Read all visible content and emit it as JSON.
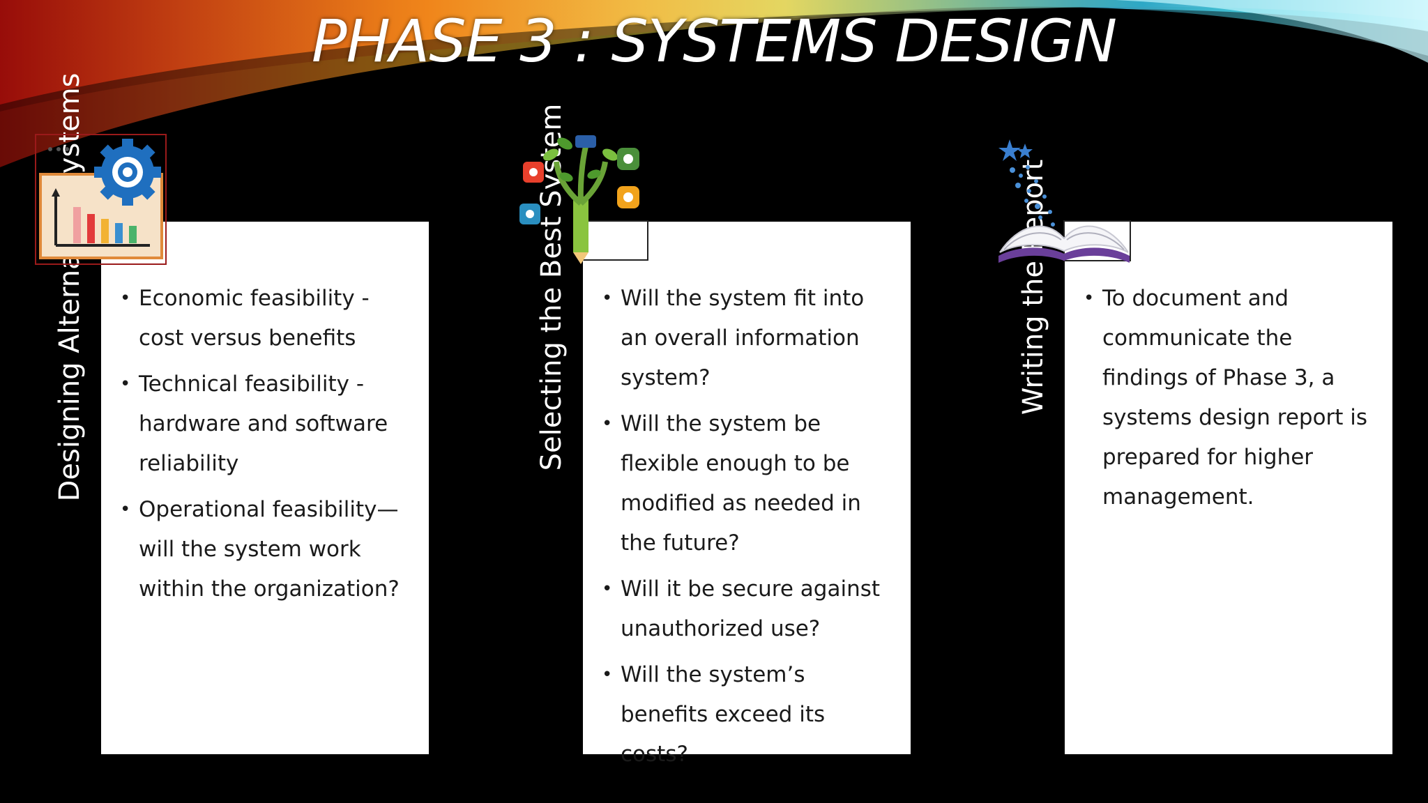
{
  "slide_title": "PHASE 3 : SYSTEMS DESIGN",
  "colors": {
    "background": "#000000",
    "card": "#FFFFFF",
    "text_on_dark": "#FFFFFF",
    "text_on_card": "#1A1A1A"
  },
  "columns": [
    {
      "title": "Designing Alternative Systems",
      "icon": "settings-chart-icon",
      "bullets": [
        "Economic feasibility - cost versus benefits",
        "Technical feasibility - hardware and software reliability",
        "Operational feasibility—will the system work within the organization?"
      ]
    },
    {
      "title": "Selecting the Best System",
      "icon": "idea-tree-icon",
      "bullets": [
        "Will the system fit into an overall information system?",
        "Will the system be flexible enough to be modified as needed in the future?",
        "Will it be secure against unauthorized use?",
        "Will the system’s benefits exceed its costs?"
      ]
    },
    {
      "title": "Writing the Report",
      "icon": "magic-book-icon",
      "bullets": [
        "To document and communicate the findings of Phase 3, a systems design report is prepared for higher management."
      ]
    }
  ]
}
